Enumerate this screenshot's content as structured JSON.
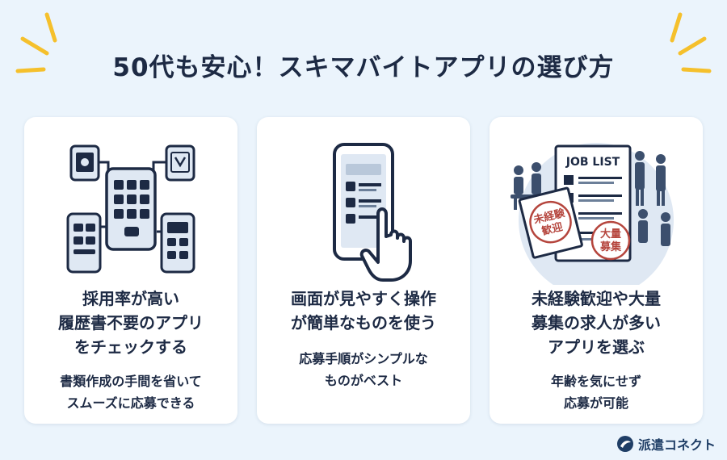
{
  "title": "50代も安心！スキマバイトアプリの選び方",
  "colors": {
    "background": "#ebf4fc",
    "navy": "#1d2a44",
    "accent_yellow": "#f5c02c",
    "phone_fill": "#dfe8f3",
    "stamp_red": "#b5453d"
  },
  "cards": [
    {
      "heading_lines": [
        "採用率が高い",
        "履歴書不要のアプリ",
        "をチェックする"
      ],
      "desc_lines": [
        "書類作成の手間を省いて",
        "スムーズに応募できる"
      ],
      "illustration_icon": "connected-phones-icon"
    },
    {
      "heading_lines": [
        "画面が見やすく操作",
        "が簡単なものを使う"
      ],
      "desc_lines": [
        "応募手順がシンプルな",
        "ものがベスト"
      ],
      "illustration_icon": "phone-tap-icon"
    },
    {
      "heading_lines": [
        "未経験歓迎や大量",
        "募集の求人が多い",
        "アプリを選ぶ"
      ],
      "desc_lines": [
        "年齢を気にせず",
        "応募が可能"
      ],
      "illustration_icon": "job-list-icon",
      "job_list_title": "JOB LIST",
      "stamp_left_lines": [
        "未経験",
        "歓迎"
      ],
      "stamp_right_lines": [
        "大量",
        "募集"
      ]
    }
  ],
  "logo": {
    "text": "派遣コネクト",
    "icon": "brand-mark-icon"
  }
}
